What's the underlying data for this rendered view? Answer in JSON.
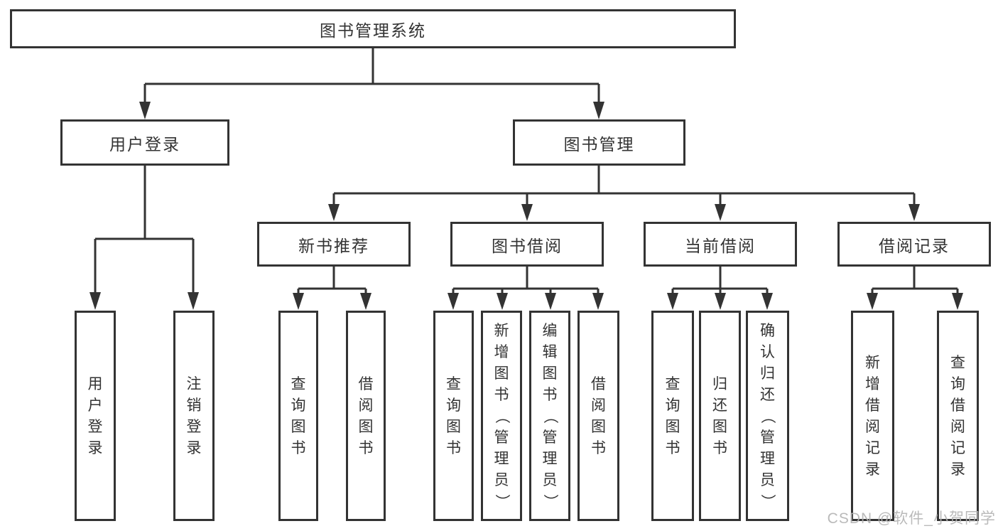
{
  "diagram": {
    "title": "图书管理系统",
    "root": {
      "label": "图书管理系统"
    },
    "level2": [
      {
        "label": "用户登录"
      },
      {
        "label": "图书管理"
      }
    ],
    "level3": [
      {
        "label": "新书推荐"
      },
      {
        "label": "图书借阅"
      },
      {
        "label": "当前借阅"
      },
      {
        "label": "借阅记录"
      }
    ],
    "level4": {
      "login": [
        "用户登录",
        "注销登录"
      ],
      "recommend": [
        "查询图书",
        "借阅图书"
      ],
      "borrow": [
        "查询图书",
        "新增图书（管理员）",
        "编辑图书（管理员）",
        "借阅图书"
      ],
      "current": [
        "查询图书",
        "归还图书",
        "确认归还（管理员）"
      ],
      "record": [
        "新增借阅记录",
        "查询借阅记录"
      ]
    }
  },
  "watermark": "CSDN @软件_小贺同学",
  "colors": {
    "line": "#333333",
    "box_border": "#333333",
    "text": "#333333",
    "background": "#ffffff",
    "watermark": "#b3b3b3"
  }
}
